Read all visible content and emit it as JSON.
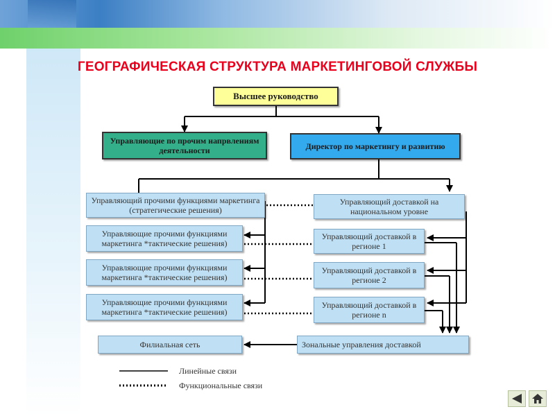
{
  "title": "ГЕОГРАФИЧЕСКАЯ СТРУКТУРА МАРКЕТИНГОВОЙ СЛУЖБЫ",
  "boxes": {
    "top_management": "Высшее руководство",
    "other_directions": "Управляющие по прочим напрвлениям деятельности",
    "marketing_director": "Директор по маркетингу и развитию",
    "strategic_manager": "Управляющий прочими функциями маркетинга (стратегические решения)",
    "tactical_1": "Управляющие прочими функциями маркетинга *тактические решения)",
    "tactical_2": "Управляющие прочими функциями маркетинга *тактические решения)",
    "tactical_3": "Управляющие прочими функциями маркетинга *тактические решения)",
    "national_delivery": "Управляющий доставкой на национальном уровне",
    "region_1": "Управляющий доставкой в регионе 1",
    "region_2": "Управляющий доставкой в регионе 2",
    "region_n": "Управляющий доставкой в регионе n",
    "branch_network": "Филиальная сеть",
    "zonal_delivery": "Зональные управления доставкой"
  },
  "legend": {
    "linear": "Линейные связи",
    "functional": "Функциональные связи"
  },
  "nav": {
    "back_icon": "back-arrow-icon",
    "home_icon": "home-icon"
  }
}
